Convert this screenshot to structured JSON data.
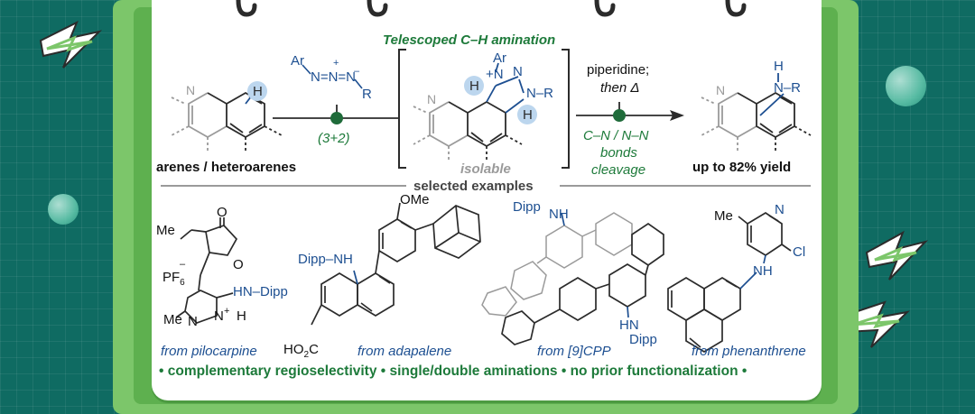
{
  "header": {
    "title": "Telescoped C–H amination"
  },
  "reagent": {
    "ar": "Ar",
    "plus": "+",
    "azide": "N=N=N",
    "minus": "–",
    "r": "R",
    "step_label": "(3+2)"
  },
  "substrate": {
    "label": "arenes / heteroarenes",
    "h": "H",
    "n": "N"
  },
  "intermediate": {
    "ar": "Ar",
    "h1": "H",
    "n_plus": "+N",
    "n2": "N",
    "n3": "N",
    "nr": "N–R",
    "h2": "H",
    "n_ring": "N",
    "status": "isolable"
  },
  "conditions": {
    "line1": "piperidine;",
    "line2": "then Δ",
    "cleavage1": "C–N / N–N",
    "cleavage2": "bonds",
    "cleavage3": "cleavage"
  },
  "product": {
    "nh": "H",
    "n": "N–R",
    "n_ring": "N",
    "yield": "up to 82% yield"
  },
  "examples": {
    "section_title": "selected examples",
    "items": [
      {
        "source": "from pilocarpine"
      },
      {
        "source": "from adapalene"
      },
      {
        "source": "from [9]CPP"
      },
      {
        "source": "from phenanthrene"
      }
    ],
    "pilocarpine": {
      "me1": "Me",
      "o1": "O",
      "o2": "O",
      "pf6": "PF",
      "pf6_sub": "6",
      "pf6_sup": "–",
      "hn": "HN–Dipp",
      "nme": "Me",
      "n1": "N",
      "n2": "N",
      "plus": "+",
      "h": "H"
    },
    "adapalene": {
      "ome": "OMe",
      "dipp": "Dipp–NH",
      "acid": "HO",
      "acid2": "C",
      "acid_sub": "2"
    },
    "cpp": {
      "dipp_top": "Dipp",
      "nh_top": "NH",
      "hn": "HN",
      "dipp_bottom": "Dipp"
    },
    "phenanthrene": {
      "me": "Me",
      "n": "N",
      "cl": "Cl",
      "nh": "NH"
    }
  },
  "footer": {
    "features": "• complementary regioselectivity • single/double aminations • no prior functionalization •"
  },
  "colors": {
    "blue": "#1d4f91",
    "green": "#1d7a3a",
    "highlight": "#bcd6ee",
    "background": "#0f6b62",
    "board": "#5eb04f"
  }
}
